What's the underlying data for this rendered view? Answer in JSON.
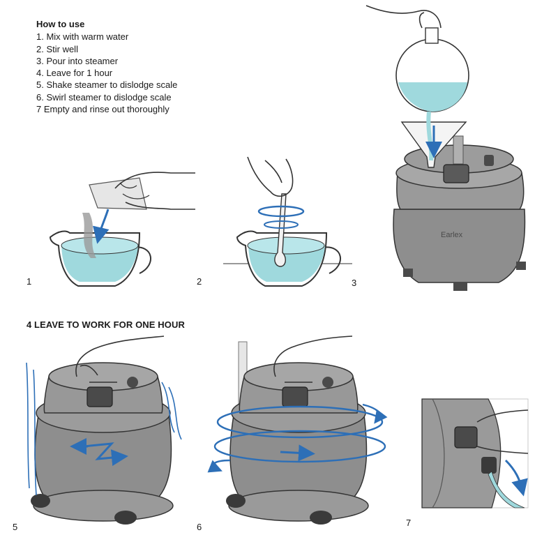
{
  "instructions": {
    "title": "How to use",
    "steps": [
      "1. Mix with warm water",
      "2. Stir well",
      "3. Pour into steamer",
      "4. Leave for 1 hour",
      "5. Shake steamer to dislodge scale",
      "6. Swirl steamer to dislodge scale",
      "7 Empty and rinse out thoroughly"
    ]
  },
  "step4_heading": "4  LEAVE TO WORK FOR ONE HOUR",
  "panels": [
    {
      "number": "1"
    },
    {
      "number": "2"
    },
    {
      "number": "3"
    },
    {
      "number": "5"
    },
    {
      "number": "6"
    },
    {
      "number": "7"
    }
  ],
  "steamer_brand_label": "Earlex",
  "colors": {
    "water": "#9fd9dd",
    "arrow_blue": "#2d6fb7",
    "steamer_grey": "#8e8e8e",
    "steamer_dark": "#4a4a4a",
    "outline": "#333333"
  }
}
